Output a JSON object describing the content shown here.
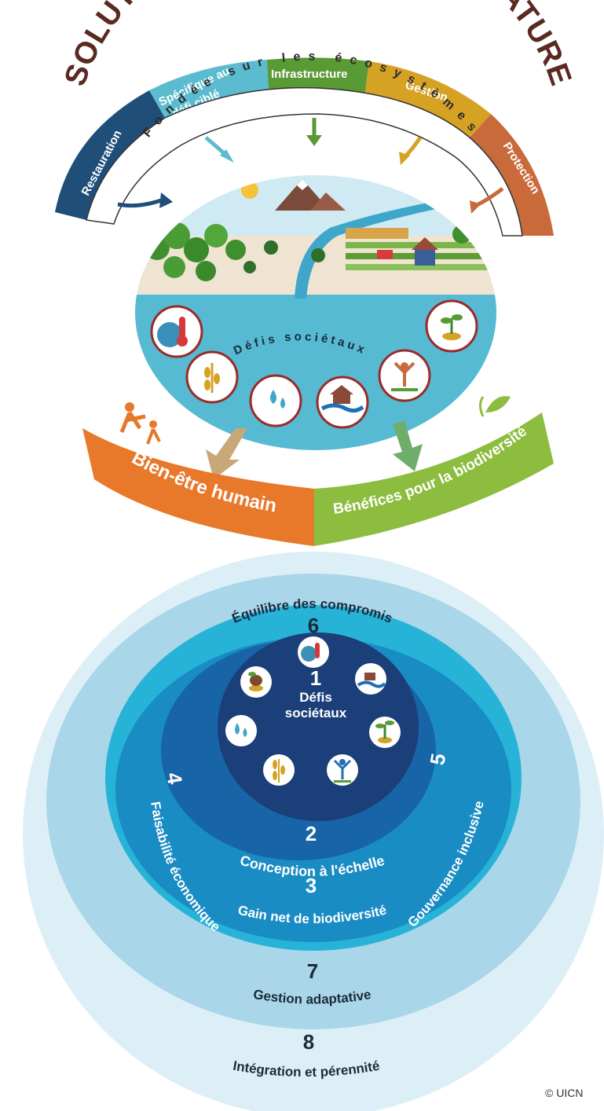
{
  "nbs": {
    "title": "SOLUTIONS FONDÉES SUR LA NATURE",
    "approaches": [
      {
        "label": "Restauration",
        "color": "#1f4e79"
      },
      {
        "label": "Spécifique au",
        "label2": "défi ciblé",
        "color": "#5bbccf"
      },
      {
        "label": "Infrastructure",
        "color": "#5a9a35"
      },
      {
        "label": "Gestion",
        "color": "#d6a224"
      },
      {
        "label": "Protection",
        "color": "#c96a3a"
      }
    ],
    "ecosystem_label": "Fondée sur les écosystèmes",
    "societal_label": "Défis sociétaux",
    "outcomes": [
      {
        "label": "Bien-être humain",
        "color": "#e8782a"
      },
      {
        "label": "Bénéfices pour la biodiversité",
        "color": "#8cbd3f"
      }
    ]
  },
  "criteria": {
    "center_number": "1",
    "center_label_line1": "Défis",
    "center_label_line2": "sociétaux",
    "items": [
      {
        "number": "2",
        "label": "Conception à l'échelle"
      },
      {
        "number": "3",
        "label": "Gain net de biodiversité"
      },
      {
        "number": "4",
        "label": "Faisabilité économique"
      },
      {
        "number": "5",
        "label": "Gouvernance inclusive"
      },
      {
        "number": "6",
        "label": "Équilibre des compromis"
      },
      {
        "number": "7",
        "label": "Gestion adaptative"
      },
      {
        "number": "8",
        "label": "Intégration et pérennité"
      }
    ],
    "colors": {
      "ring8": "#ddeff6",
      "ring7": "#a9d6e8",
      "ring6": "#27b3d7",
      "ring45": "#1a8cc4",
      "ring23": "#1764a6",
      "core": "#1b3f78"
    }
  },
  "copyright": "© UICN"
}
